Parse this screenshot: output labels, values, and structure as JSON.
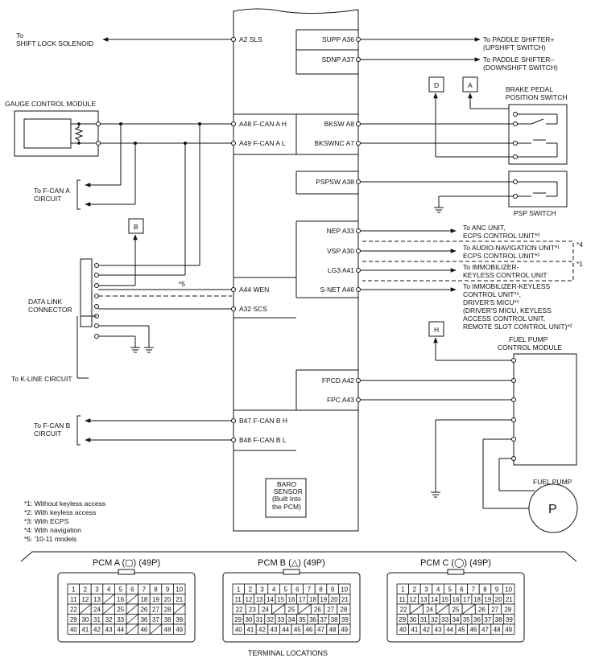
{
  "pcm_pins_left": [
    {
      "label": "A2 SLS"
    },
    {
      "label": "A48 F-CAN A H"
    },
    {
      "label": "A49 F-CAN A L"
    },
    {
      "label": "A44 WEN"
    },
    {
      "label": "A32 SCS"
    },
    {
      "label": "B47 F-CAN B H"
    },
    {
      "label": "B48 F-CAN B L"
    }
  ],
  "pcm_pins_right": [
    {
      "label": "SUPP A36"
    },
    {
      "label": "SDNP A37"
    },
    {
      "label": "BKSW A8"
    },
    {
      "label": "BKSWNC A7"
    },
    {
      "label": "PSPSW A38"
    },
    {
      "label": "NEP A33"
    },
    {
      "label": "VSP A30"
    },
    {
      "label": "LG3 A41"
    },
    {
      "label": "S-NET A46"
    },
    {
      "label": "FPCD A42"
    },
    {
      "label": "FPC A43"
    }
  ],
  "baro_sensor": [
    "BARO",
    "SENSOR",
    "(Built Into",
    "the PCM)"
  ],
  "left_labels": {
    "shift_lock": [
      "To",
      "SHIFT LOCK SOLENOID"
    ],
    "gauge": "GAUGE CONTROL MODULE",
    "fcan_a": [
      "To F-CAN A",
      "CIRCUIT"
    ],
    "dlc": [
      "DATA LINK",
      "CONNECTOR"
    ],
    "kline": "To K-LINE CIRCUIT",
    "fcan_b": [
      "To F-CAN B",
      "CIRCUIT"
    ],
    "star5": "*5"
  },
  "right_labels": {
    "paddle_up": [
      "To PADDLE SHIFTER+",
      "(UPSHIFT SWITCH)"
    ],
    "paddle_down": [
      "To PADDLE SHIFTER–",
      "(DOWNSHIFT SWITCH)"
    ],
    "brake": [
      "BRAKE PEDAL",
      "POSITION SWITCH"
    ],
    "psp": "PSP SWITCH",
    "anc": [
      "To ANC UNIT,",
      "ECPS CONTROL UNIT*³"
    ],
    "audio": [
      "To AUDIO-NAVIGATION UNIT*¹",
      "ECPS CONTROL UNIT*³"
    ],
    "immo": [
      "To IMMOBILIZER-",
      "KEYLESS CONTROL UNIT"
    ],
    "snet": [
      "To IMMOBILIZER-KEYLESS",
      "CONTROL UNIT*¹,",
      "DRIVER'S MICU*¹",
      "(DRIVER'S MICU, KEYLESS",
      "ACCESS CONTROL UNIT,",
      "REMOTE SLOT CONTROL UNIT)*²"
    ],
    "star4": "*4",
    "star1": "*1",
    "fuel_module": [
      "FUEL PUMP",
      "CONTROL MODULE"
    ],
    "fuel_pump": "FUEL PUMP",
    "pump_symbol": "P"
  },
  "boxes": {
    "D": "D",
    "A": "A",
    "B": "B",
    "H": "H"
  },
  "footnotes": [
    "*1: Without keyless access",
    "*2: With keyless access",
    "*3: With ECPS",
    "*4: With navigation",
    "*5: '10-11 models"
  ],
  "connectors": [
    {
      "title": "PCM A (▢) (49P)",
      "rows": [
        [
          "1",
          "2",
          "3",
          "4",
          "5",
          "6",
          "7",
          "8",
          "9",
          "10"
        ],
        [
          "11",
          "12",
          "13",
          "",
          "16",
          "",
          "18",
          "19",
          "20",
          "21"
        ],
        [
          "22",
          "",
          "24",
          "",
          "25",
          "",
          "26",
          "27",
          "28",
          ""
        ],
        [
          "29",
          "30",
          "31",
          "32",
          "33",
          "",
          "36",
          "37",
          "38",
          "39"
        ],
        [
          "40",
          "41",
          "42",
          "43",
          "44",
          "",
          "46",
          "",
          "48",
          "49"
        ]
      ]
    },
    {
      "title": "PCM B (△) (49P)",
      "rows": [
        [
          "1",
          "2",
          "3",
          "4",
          "5",
          "6",
          "7",
          "8",
          "9",
          "10"
        ],
        [
          "11",
          "12",
          "13",
          "14",
          "15",
          "16",
          "17",
          "18",
          "19",
          "20",
          "21"
        ],
        [
          "22",
          "23",
          "24",
          "",
          "25",
          "",
          "26",
          "27",
          "28"
        ],
        [
          "29",
          "30",
          "31",
          "32",
          "33",
          "34",
          "35",
          "36",
          "37",
          "38",
          "39"
        ],
        [
          "40",
          "41",
          "42",
          "43",
          "44",
          "45",
          "46",
          "47",
          "48",
          "49"
        ]
      ]
    },
    {
      "title": "PCM C (◯) (49P)",
      "rows": [
        [
          "1",
          "2",
          "3",
          "4",
          "5",
          "6",
          "7",
          "8",
          "9",
          "10"
        ],
        [
          "11",
          "12",
          "13",
          "14",
          "15",
          "16",
          "17",
          "18",
          "19",
          "20",
          "21"
        ],
        [
          "22",
          "",
          "24",
          "",
          "25",
          "",
          "26",
          "27",
          "28"
        ],
        [
          "29",
          "30",
          "31",
          "32",
          "33",
          "34",
          "35",
          "36",
          "37",
          "38",
          "39"
        ],
        [
          "40",
          "41",
          "42",
          "43",
          "44",
          "45",
          "46",
          "47",
          "48",
          "49"
        ]
      ]
    }
  ],
  "terminal_locations": "TERMINAL LOCATIONS"
}
